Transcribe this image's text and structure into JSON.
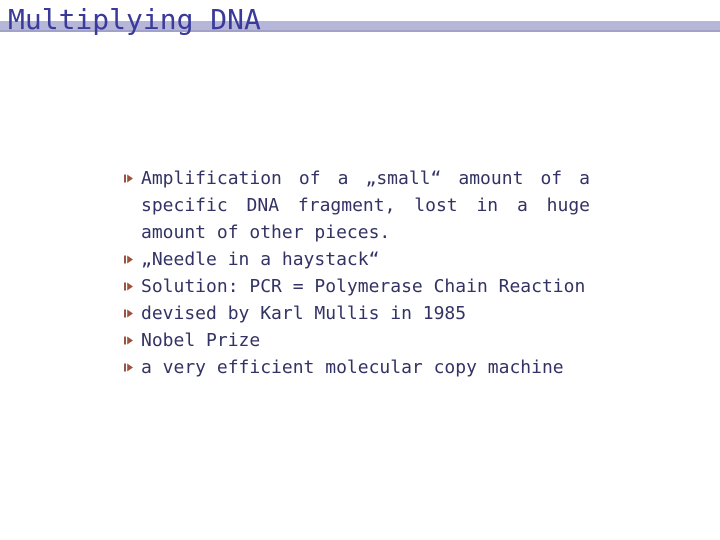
{
  "slide": {
    "title": "Multiplying DNA",
    "bullets": [
      "Amplification of a „small“ amount of a specific DNA fragment, lost in a huge amount of other pieces.",
      "„Needle in a haystack“",
      "Solution: PCR = Polymerase Chain Reaction",
      "devised by Karl Mullis in 1985",
      "Nobel Prize",
      "a very efficient molecular copy machine"
    ],
    "colors": {
      "title_text": "#3a3a9a",
      "body_text": "#323264",
      "underline_bar": "#b6b6d9",
      "underline_bar_edge": "#a2a2c8",
      "bullet_marker": "#9b523e"
    }
  }
}
